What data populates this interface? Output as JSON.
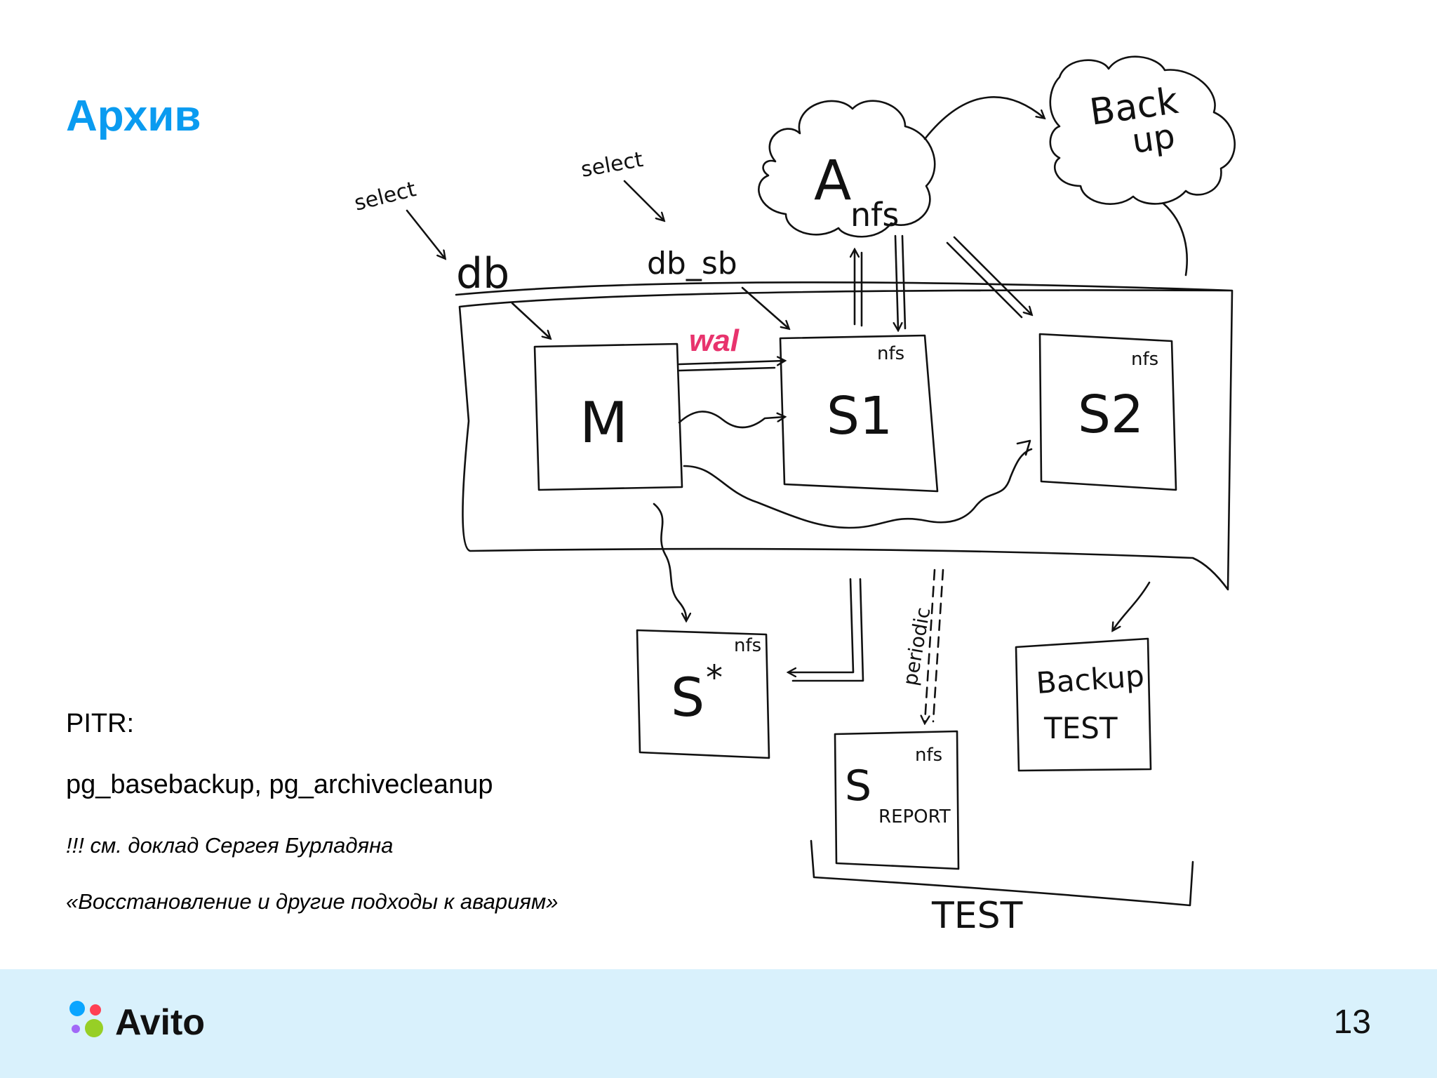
{
  "slide": {
    "title": "Архив"
  },
  "diagram": {
    "labels": {
      "select_1": "select",
      "select_2": "select",
      "db": "db",
      "db_sb": "db_sb",
      "archive_node": "A",
      "archive_nfs": "nfs",
      "backup_line1": "Back",
      "backup_line2": "up",
      "wal": "wal",
      "master": "M",
      "s1": "S1",
      "s1_nfs": "nfs",
      "s2": "S2",
      "s2_nfs": "nfs",
      "s_star": "S",
      "s_star_mark": "*",
      "s_star_nfs": "nfs",
      "periodic": "periodic",
      "s_report": "S",
      "s_report_sub": "REPORT",
      "s_report_nfs": "nfs",
      "backup_test_line1": "Backup",
      "backup_test_line2": "TEST",
      "test_group": "TEST"
    },
    "colors": {
      "ink": "#111111",
      "wal": "#e8336d"
    }
  },
  "notes": {
    "pitr": "PITR:",
    "tools": "pg_basebackup, pg_archivecleanup",
    "reference": "!!! см. доклад Сергея Бурладяна",
    "talk_title": "«Восстановление и другие подходы к авариям»"
  },
  "footer": {
    "brand": "Avito",
    "page_number": "13",
    "colors": {
      "background": "#d9f1fc",
      "dot_blue": "#0aa5ff",
      "dot_red": "#ff4053",
      "dot_purple": "#a169f7",
      "dot_green": "#97cf26"
    }
  }
}
